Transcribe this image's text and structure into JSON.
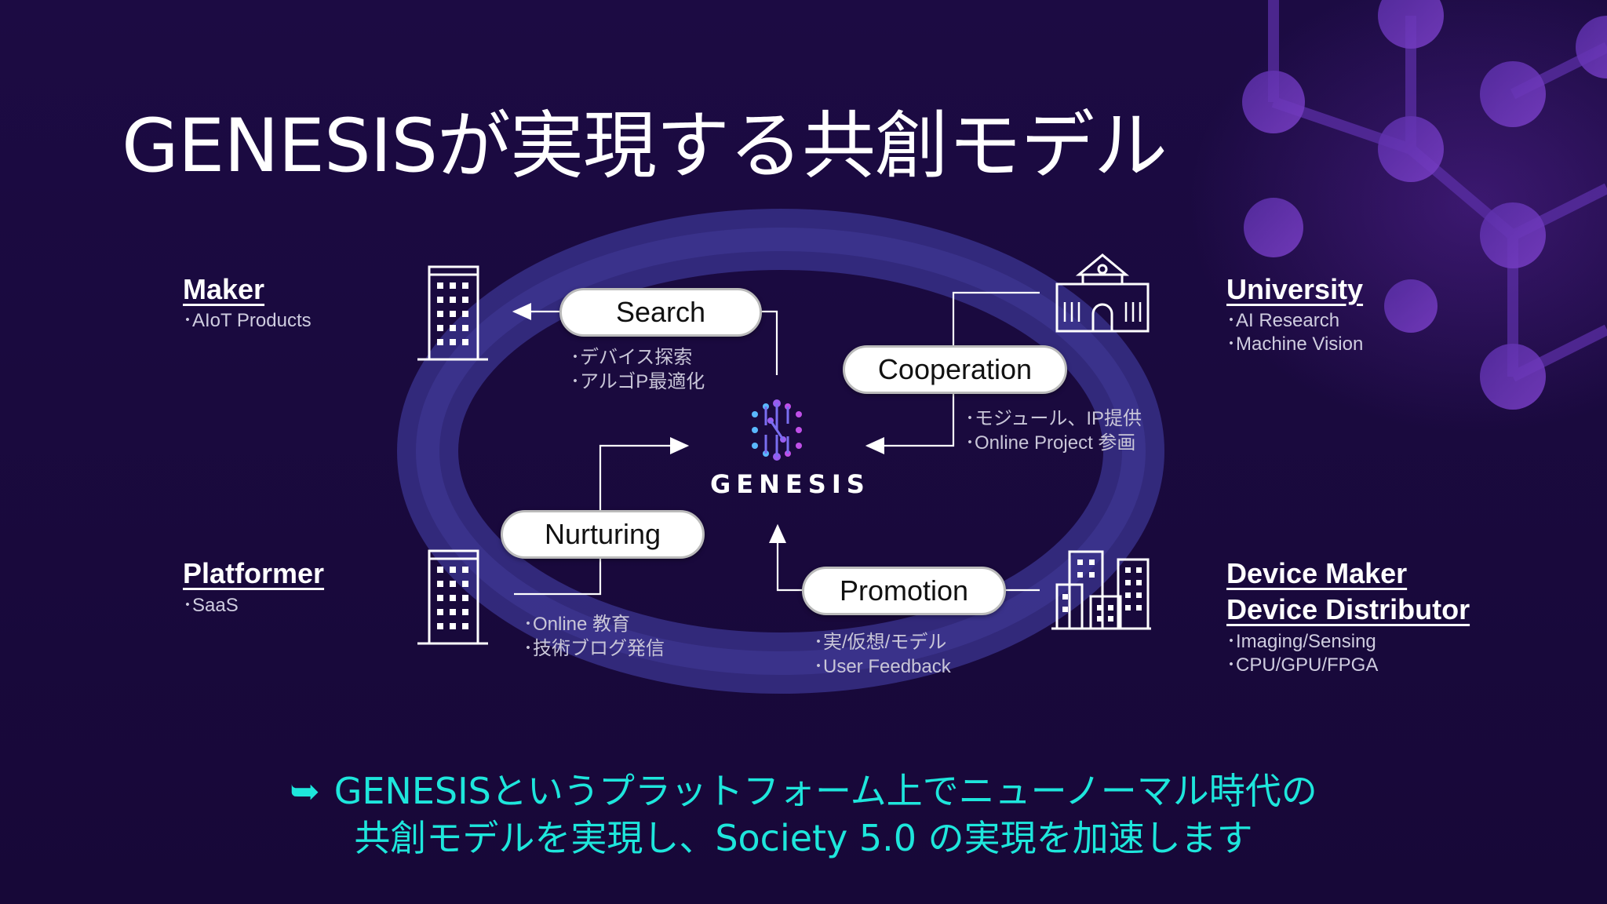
{
  "slide": {
    "title": "GENESISが実現する共創モデル",
    "center_logo_text": "GENESIS",
    "footer": {
      "line1": "GENESISというプラットフォーム上でニューノーマル時代の",
      "line2": "共創モデルを実現し、Society 5.0 の実現を加速します",
      "arrow_icon": "arrow-right-icon"
    },
    "accent_color": "#1ee6dc",
    "background_color": "#1a0a3e"
  },
  "entities": {
    "maker": {
      "title": "Maker",
      "items": [
        "･AIoT Products"
      ],
      "icon": "office-building-icon"
    },
    "platformer": {
      "title": "Platformer",
      "items": [
        "･SaaS"
      ],
      "icon": "office-building-icon"
    },
    "university": {
      "title": "University",
      "items": [
        "･AI Research",
        "･Machine Vision"
      ],
      "icon": "school-building-icon"
    },
    "device": {
      "title_line1": "Device Maker",
      "title_line2": "Device Distributor",
      "items": [
        "･Imaging/Sensing",
        "･CPU/GPU/FPGA"
      ],
      "icon": "city-buildings-icon"
    }
  },
  "flows": {
    "search": {
      "label": "Search",
      "items": [
        "･デバイス探索",
        "･アルゴP最適化"
      ]
    },
    "cooperation": {
      "label": "Cooperation",
      "items": [
        "･モジュール、IP提供",
        "･Online Project 参画"
      ]
    },
    "nurturing": {
      "label": "Nurturing",
      "items": [
        "･Online 教育",
        "･技術ブログ発信"
      ]
    },
    "promotion": {
      "label": "Promotion",
      "items": [
        "･実/仮想/モデル",
        "･User Feedback"
      ]
    }
  }
}
